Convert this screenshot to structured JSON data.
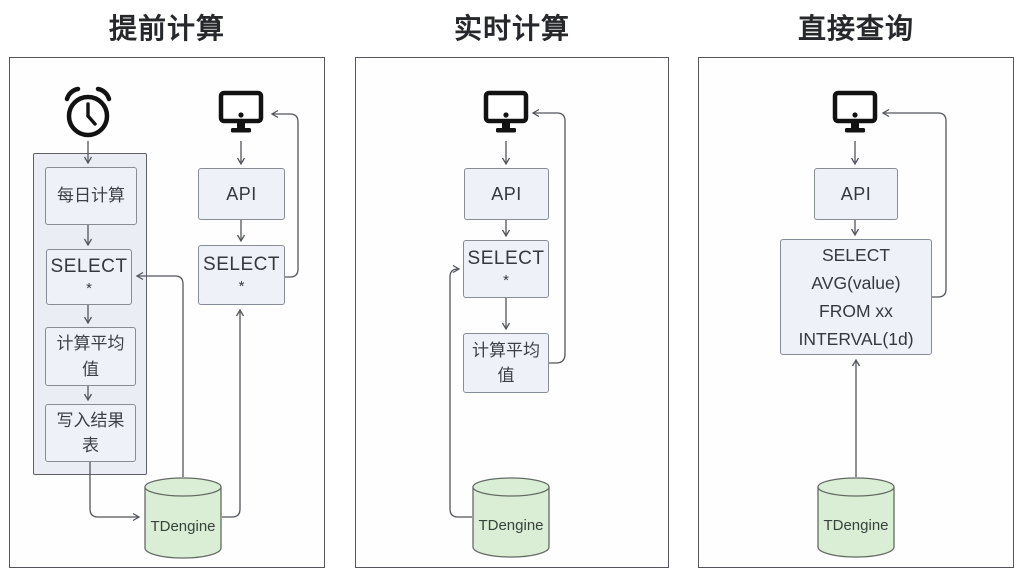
{
  "p1": {
    "title": "提前计算",
    "daily": "每日计算",
    "select1": "SELECT",
    "select2": "*",
    "avg": "计算平均值",
    "write": "写入结果表",
    "api": "API",
    "rselect1": "SELECT",
    "rselect2": "*",
    "db": "TDengine"
  },
  "p2": {
    "title": "实时计算",
    "api": "API",
    "select1": "SELECT",
    "select2": "*",
    "avg": "计算平均值",
    "db": "TDengine"
  },
  "p3": {
    "title": "直接查询",
    "api": "API",
    "q1": "SELECT",
    "q2": "AVG(value)",
    "q3": "FROM xx",
    "q4": "INTERVAL(1d)",
    "db": "TDengine"
  },
  "colors": {
    "box_fill": "#eef1f8",
    "box_border": "#878c97",
    "container_fill": "#ebedf5",
    "db_fill": "#daeed6",
    "db_border": "#636b63",
    "panel_border": "#54565b",
    "arrow": "#53565c",
    "title_color": "#26282c"
  }
}
